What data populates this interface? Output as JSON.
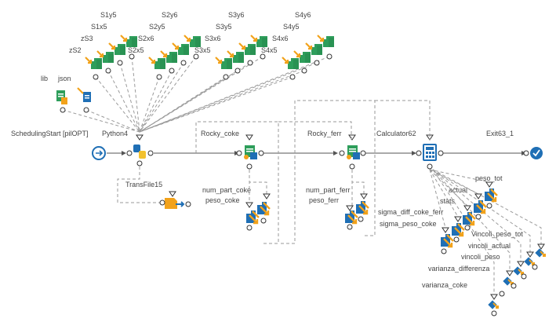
{
  "nodes": {
    "s1y5": "S1y5",
    "s2y6": "S2y6",
    "s3y6": "S3y6",
    "s4y6": "S4y6",
    "s1x5": "S1x5",
    "s2x6": "S2x6",
    "s2y5": "S2y5",
    "s3y5": "S3y5",
    "s4y5": "S4y5",
    "zs3": "zS3",
    "s3x6": "S3x6",
    "s4x6": "S4x6",
    "zs2": "zS2",
    "s2x5": "S2x5",
    "s3x5": "S3x5",
    "s4x5": "S4x5",
    "lib": "lib",
    "json": "json",
    "scheduling_start": "SchedulingStart [pilOPT]",
    "python4": "Python4",
    "transfile15": "TransFile15",
    "rocky_coke": "Rocky_coke",
    "num_part_coke": "num_part_coke",
    "peso_coke": "peso_coke",
    "rocky_ferr": "Rocky_ferr",
    "num_part_ferr": "num_part_ferr",
    "peso_ferr": "peso_ferr",
    "calculator62": "Calculator62",
    "exit63_1": "Exit63_1",
    "peso_tot": "peso_tot",
    "actual": "actual",
    "stats": "stats",
    "sigma_diff_coke_ferr": "sigma_diff_coke_ferr",
    "sigma_peso_coke": "sigma_peso_coke",
    "vincoli_peso_tot": "Vincoli_peso_tot",
    "vincoli_actual": "vincoli_actual",
    "vincoli_peso": "vincoli_peso",
    "varianza_differenza": "varianza_differenza",
    "varianza_coke": "varianza_coke"
  },
  "colors": {
    "green": "#2e9e5b",
    "orange": "#f2a21b",
    "blue": "#1f6fb5",
    "exit": "#1f6fb5"
  },
  "icons": {
    "input_variable": "input-variable-icon",
    "output_variable": "output-variable-icon",
    "python": "python-icon",
    "start": "start-icon",
    "exit": "checkmark-icon",
    "calculator": "calculator-icon",
    "transfer_file": "transfer-file-icon",
    "script_file": "script-file-icon"
  }
}
